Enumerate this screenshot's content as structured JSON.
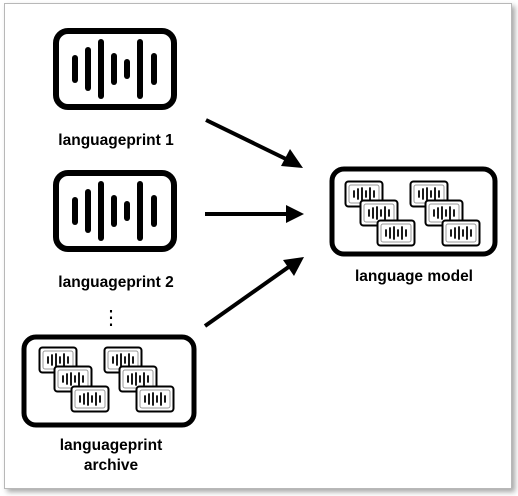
{
  "diagram": {
    "sources": [
      {
        "label": "languageprint 1"
      },
      {
        "label": "languageprint 2"
      }
    ],
    "ellipsis": "⋮",
    "archive": {
      "label_line1": "languageprint",
      "label_line2": "archive"
    },
    "target": {
      "label": "language model"
    }
  }
}
